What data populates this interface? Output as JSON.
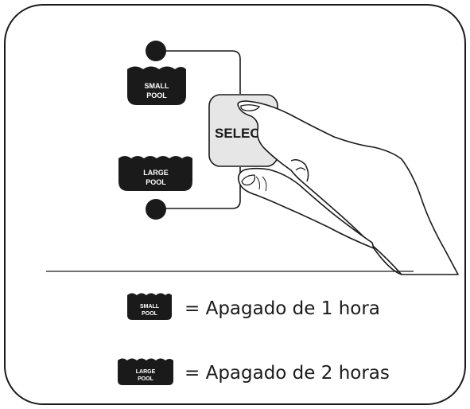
{
  "diagram": {
    "icons": {
      "small_pool": {
        "line1": "SMALL",
        "line2": "POOL"
      },
      "large_pool": {
        "line1": "LARGE",
        "line2": "POOL"
      }
    },
    "button": {
      "label": "SELECT"
    },
    "legend": [
      {
        "icon_line1": "SMALL",
        "icon_line2": "POOL",
        "text": "= Apagado de 1 hora"
      },
      {
        "icon_line1": "LARGE",
        "icon_line2": "POOL",
        "text": "= Apagado de 2 horas"
      }
    ]
  },
  "colors": {
    "ink": "#1a1a1a",
    "button_fill": "#e6e6e6",
    "background": "#ffffff"
  }
}
